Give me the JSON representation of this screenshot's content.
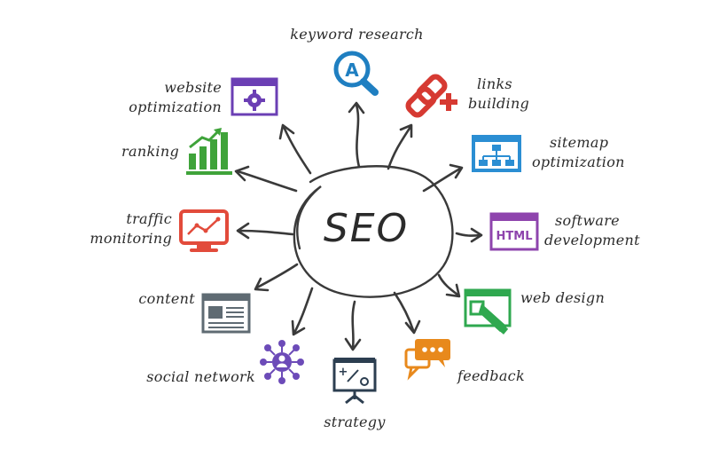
{
  "center": {
    "label": "SEO"
  },
  "nodes": [
    {
      "id": "keyword-research",
      "label_lines": [
        "keyword research"
      ],
      "icon": "magnifier-a-icon",
      "color": "#1f7fc1"
    },
    {
      "id": "links-building",
      "label_lines": [
        "links",
        "building"
      ],
      "icon": "chain-link-plus-icon",
      "color": "#d63a32"
    },
    {
      "id": "sitemap-optimization",
      "label_lines": [
        "sitemap",
        "optimization"
      ],
      "icon": "sitemap-icon",
      "color": "#2b8ed3"
    },
    {
      "id": "software-development",
      "label_lines": [
        "software",
        "development"
      ],
      "icon": "html-window-icon",
      "color": "#8e44ad",
      "icon_text": "HTML"
    },
    {
      "id": "web-design",
      "label_lines": [
        "web design"
      ],
      "icon": "design-window-icon",
      "color": "#2fa84f"
    },
    {
      "id": "feedback",
      "label_lines": [
        "feedback"
      ],
      "icon": "speech-bubbles-icon",
      "color": "#e8891c"
    },
    {
      "id": "strategy",
      "label_lines": [
        "strategy"
      ],
      "icon": "strategy-board-icon",
      "color": "#2c3e50"
    },
    {
      "id": "social-network",
      "label_lines": [
        "social network"
      ],
      "icon": "social-network-icon",
      "color": "#6c4bb8"
    },
    {
      "id": "content",
      "label_lines": [
        "content"
      ],
      "icon": "content-window-icon",
      "color": "#5f6b73"
    },
    {
      "id": "traffic-monitoring",
      "label_lines": [
        "traffic",
        "monitoring"
      ],
      "icon": "monitor-chart-icon",
      "color": "#e24b3b"
    },
    {
      "id": "ranking",
      "label_lines": [
        "ranking"
      ],
      "icon": "bar-chart-up-icon",
      "color": "#3fa33a"
    },
    {
      "id": "website-optimization",
      "label_lines": [
        "website",
        "optimization"
      ],
      "icon": "gear-window-icon",
      "color": "#6b3fb4"
    }
  ]
}
